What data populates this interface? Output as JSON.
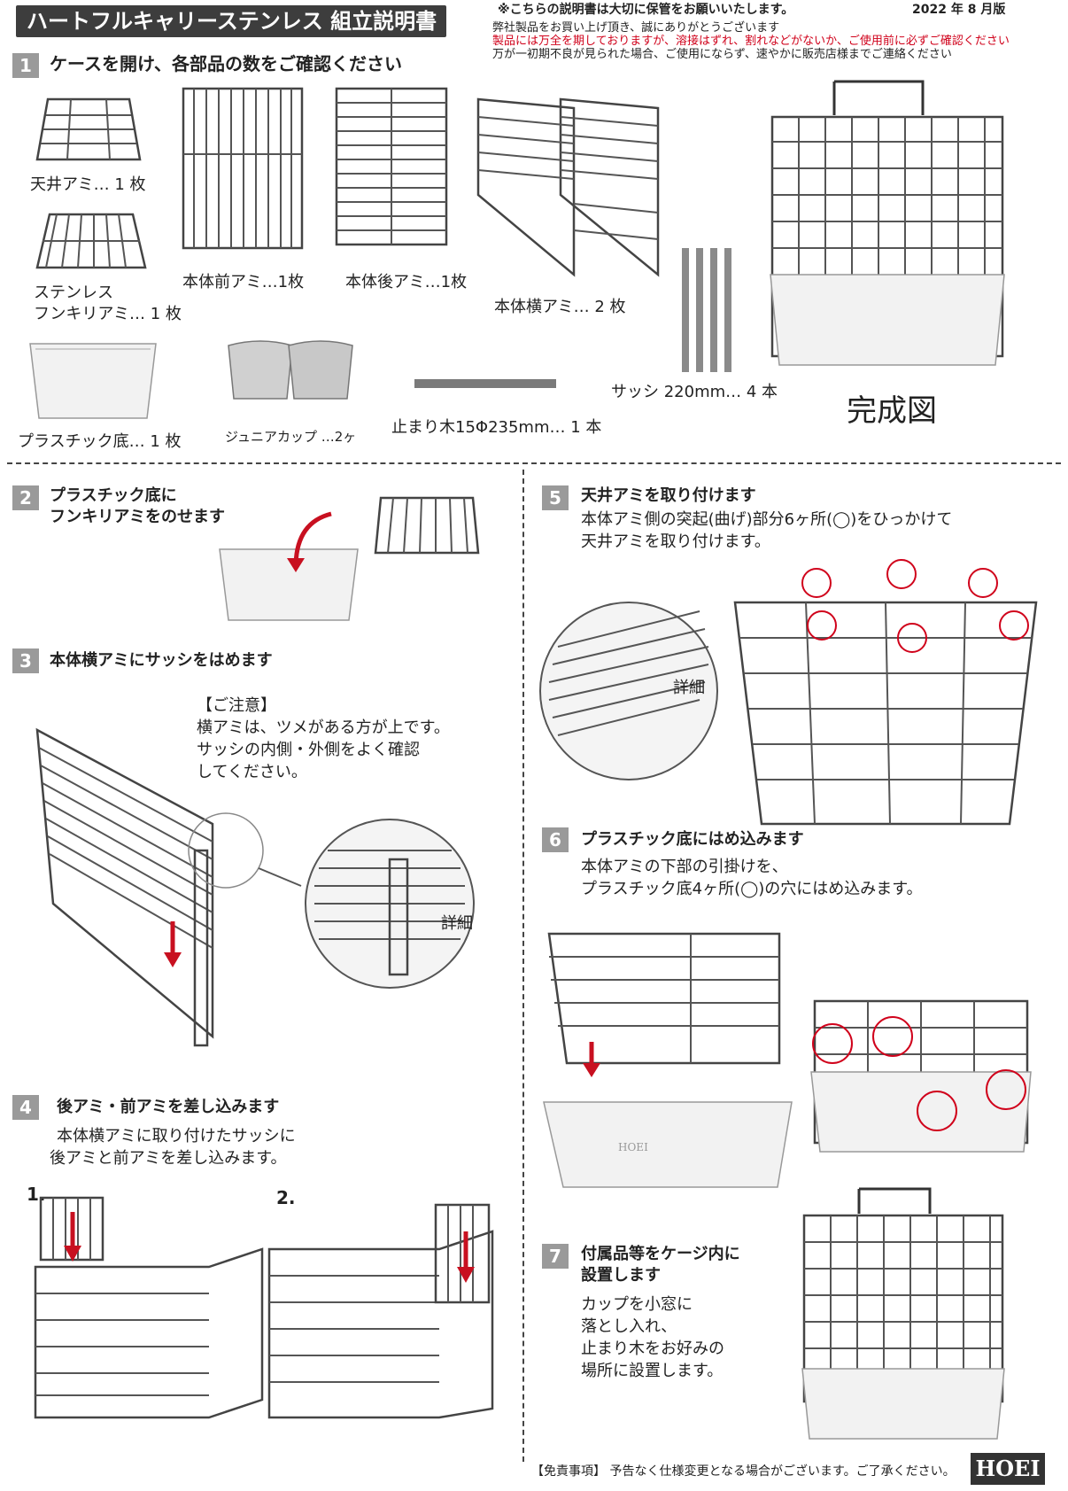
{
  "header": {
    "title": "ハートフルキャリーステンレス 組立説明書",
    "notice_main": "※こちらの説明書は大切に保管をお願いいたします。",
    "date": "2022 年 8 月版",
    "notice_thanks": "弊社製品をお買い上げ頂き、誠にありがとうございます",
    "notice_warning": "製品には万全を期しておりますが、溶接はずれ、割れなどがないか、ご使用前に必ずご確認ください",
    "notice_defect": "万が一初期不良が見られた場合、ご使用にならず、速やかに販売店様までご連絡ください"
  },
  "step1": {
    "number": "1",
    "title": "ケースを開け、各部品の数をご確認ください",
    "parts": {
      "ceiling": "天井アミ… 1 枚",
      "floor_line1": "ステンレス",
      "floor_line2": "フンキリアミ… 1 枚",
      "front": "本体前アミ…1枚",
      "back": "本体後アミ…1枚",
      "side": "本体横アミ… 2 枚",
      "sash": "サッシ 220mm… 4 本",
      "tray": "プラスチック底… 1 枚",
      "cup": "ジュニアカップ …2ヶ",
      "perch": "止まり木15Φ235mm… 1 本"
    },
    "completed_label": "完成図"
  },
  "step2": {
    "number": "2",
    "title_line1": "プラスチック底に",
    "title_line2": "フンキリアミをのせます"
  },
  "step3": {
    "number": "3",
    "title": "本体横アミにサッシをはめます",
    "caution_title": "【ご注意】",
    "caution_line1": "横アミは、ツメがある方が上です。",
    "caution_line2": "サッシの内側・外側をよく確認",
    "caution_line3": "してください。",
    "detail_label": "詳細"
  },
  "step4": {
    "number": "4",
    "title": "後アミ・前アミを差し込みます",
    "body_line1": "本体横アミに取り付けたサッシに",
    "body_line2": "後アミと前アミを差し込みます。",
    "sub1": "1.",
    "sub2": "2."
  },
  "step5": {
    "number": "5",
    "title": "天井アミを取り付けます",
    "body_line1": "本体アミ側の突起(曲げ)部分6ヶ所(◯)をひっかけて",
    "body_line2": "天井アミを取り付けます。",
    "detail_label": "詳細"
  },
  "step6": {
    "number": "6",
    "title": "プラスチック底にはめ込みます",
    "body_line1": "本体アミの下部の引掛けを、",
    "body_line2": "プラスチック底4ヶ所(◯)の穴にはめ込みます。",
    "tray_brand": "HOEI"
  },
  "step7": {
    "number": "7",
    "title_line1": "付属品等をケージ内に",
    "title_line2": "設置します",
    "body_line1": "カップを小窓に",
    "body_line2": "落とし入れ、",
    "body_line3": "止まり木をお好みの",
    "body_line4": "場所に設置します。"
  },
  "footer": {
    "disclaimer": "【免責事項】 予告なく仕様変更となる場合がございます。ご了承ください。",
    "logo": "HOEI"
  },
  "colors": {
    "accent_red": "#d0021b",
    "header_bg": "#3d3d3d",
    "step_badge": "#9a9a9a"
  }
}
